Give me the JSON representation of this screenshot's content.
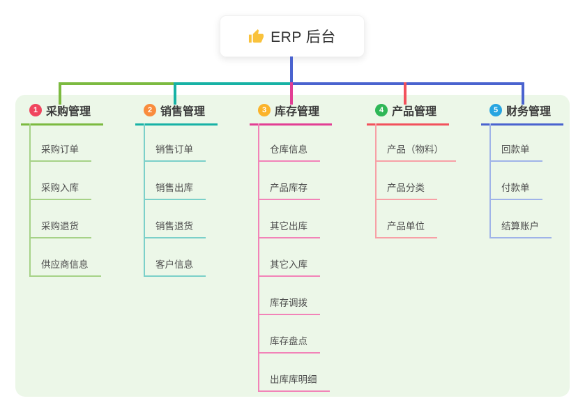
{
  "root": {
    "label": "ERP 后台",
    "icon": "thumbs-up"
  },
  "colors": {
    "page_background": "#ffffff",
    "panel_background": "#ecf7e8",
    "trunk": "#4a63cf",
    "root_text": "#333333",
    "topic_text": "#3b3b3b",
    "child_text": "#4d4d4d",
    "badge_text": "#ffffff",
    "thumb_icon": "#f9c23c"
  },
  "branches": [
    {
      "number": "1",
      "label": "采购管理",
      "badge_color": "#f0455e",
      "line_color": "#7cba40",
      "child_line_color": "#a6d287",
      "children": [
        "采购订单",
        "采购入库",
        "采购退货",
        "供应商信息"
      ]
    },
    {
      "number": "2",
      "label": "销售管理",
      "badge_color": "#f98c3d",
      "line_color": "#17b2a5",
      "child_line_color": "#7bd0c9",
      "children": [
        "销售订单",
        "销售出库",
        "销售退货",
        "客户信息"
      ]
    },
    {
      "number": "3",
      "label": "库存管理",
      "badge_color": "#fbb32a",
      "line_color": "#e23e94",
      "child_line_color": "#f283b8",
      "children": [
        "仓库信息",
        "产品库存",
        "其它出库",
        "其它入库",
        "库存调拨",
        "库存盘点",
        "出库库明细"
      ]
    },
    {
      "number": "4",
      "label": "产品管理",
      "badge_color": "#2fb757",
      "line_color": "#f2515c",
      "child_line_color": "#f7a0a6",
      "children": [
        "产品（物料）",
        "产品分类",
        "产品单位"
      ]
    },
    {
      "number": "5",
      "label": "财务管理",
      "badge_color": "#27a5e1",
      "line_color": "#4a63cf",
      "child_line_color": "#9fb3e8",
      "children": [
        "回款单",
        "付款单",
        "结算账户"
      ]
    }
  ]
}
